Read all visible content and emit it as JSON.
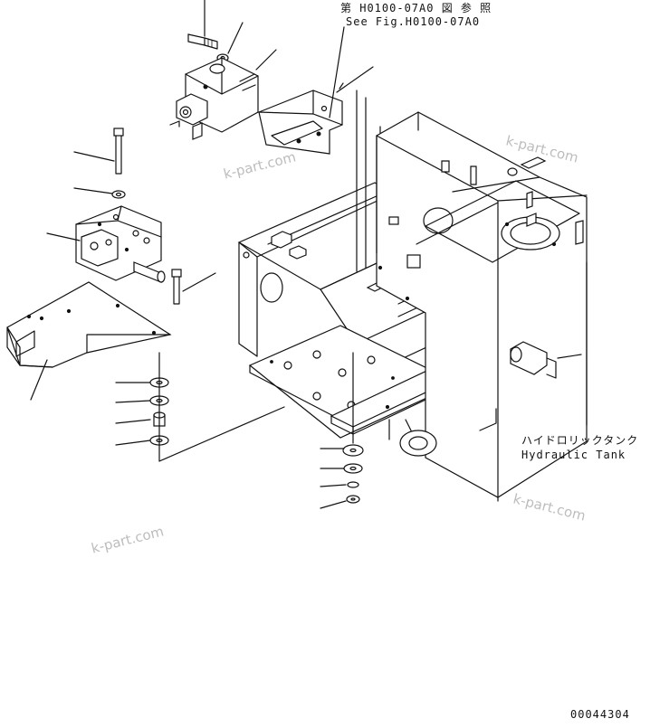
{
  "references": {
    "fig_ref_jp": "第 H0100-07A0 図 参 照",
    "fig_ref_en": "See Fig.H0100-07A0"
  },
  "tank_label": {
    "jp": "ハイドロリックタンク",
    "en": "Hydraulic Tank"
  },
  "watermarks": [
    "k-part.com",
    "k-part.com",
    "k-part.com",
    "k-part.com"
  ],
  "drawing_number": "00044304"
}
